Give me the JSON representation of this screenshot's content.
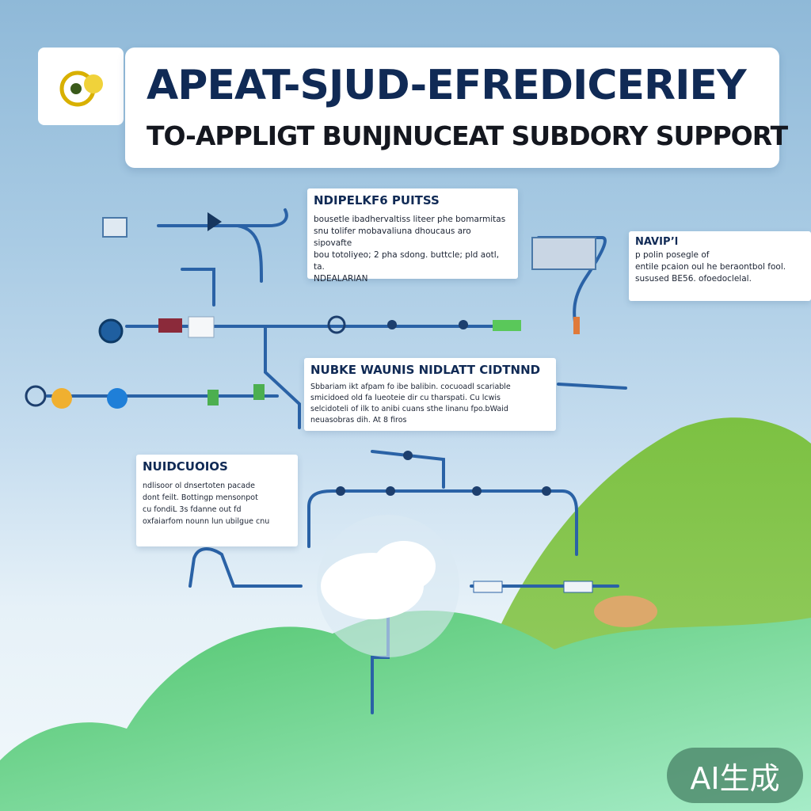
{
  "header": {
    "title": "APEAT-SJUD-EFREDICERIEY",
    "subtitle": "TO-APPLIGT BUNJNUCEAT SUBDORY SUPPORT"
  },
  "cards": [
    {
      "id": "card-1",
      "title": "NDIPELKF6 PUITSS",
      "body": "bousetle ibadhervaltiss  liteer phe bomarmitas\nsnu tolifer mobavaliuna dhoucaus aro sipovafte\nbou totoliyeo; 2 pha sdong. buttcle; pld aotl, ta.\nNDEALARIAN"
    },
    {
      "id": "card-2",
      "title": "NAVIP’l",
      "body": "p polin posegle of\nentile pcaion oul he beraontbol fool.\nsusused BE56. ofoedoclelal."
    },
    {
      "id": "card-3",
      "title": "NUBKE WAUNIS  NIDLATT CIDTNND",
      "body": "Sbbariam ikt afpam fo ibe balibin. cocuoadl scariable\nsmicidoed old fa lueoteie dir cu tharspati. Cu lcwis\nselcidoteli of ilk to anibi cuans sthe linanu fpo.bWaid\nneuasobras  dih. At 8 firos"
    },
    {
      "id": "card-4",
      "title": "NUIDCUOIOS",
      "body": "ndlisoor ol dnsertoten pacade\ndont feilt. Bottingp mensonpot\ncu fondiL 3s fdanne out fd\noxfaiarfom nounn lun ubilgue cnu"
    }
  ],
  "watermark": {
    "label": "AI生成"
  },
  "colors": {
    "navy": "#102a55",
    "pipe": "#2a62a6",
    "hill_green": "#5fcf6c",
    "hill_dark": "#7fc24a",
    "watermark_bg": "#508c6e"
  }
}
